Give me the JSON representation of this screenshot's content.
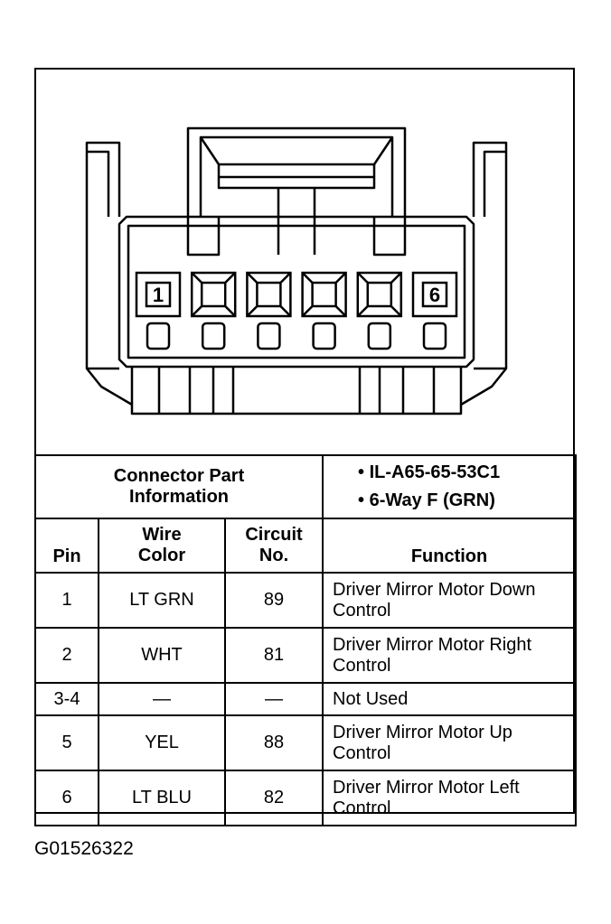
{
  "connector": {
    "pin_labels": {
      "first": "1",
      "last": "6"
    }
  },
  "part_info": {
    "label_line1": "Connector Part",
    "label_line2": "Information",
    "bullets": [
      "• IL-A65-65-53C1",
      "• 6-Way F (GRN)"
    ]
  },
  "columns": {
    "pin": "Pin",
    "wire_color_line1": "Wire",
    "wire_color_line2": "Color",
    "circuit_line1": "Circuit",
    "circuit_line2": "No.",
    "function": "Function"
  },
  "rows": [
    {
      "pin": "1",
      "wire": "LT GRN",
      "circuit": "89",
      "function": [
        "Driver Mirror Motor Down",
        "Control"
      ]
    },
    {
      "pin": "2",
      "wire": "WHT",
      "circuit": "81",
      "function": [
        "Driver Mirror Motor Right",
        "Control"
      ]
    },
    {
      "pin": "3-4",
      "wire": "—",
      "circuit": "—",
      "function": [
        "Not Used"
      ]
    },
    {
      "pin": "5",
      "wire": "YEL",
      "circuit": "88",
      "function": [
        "Driver Mirror Motor Up",
        "Control"
      ]
    },
    {
      "pin": "6",
      "wire": "LT BLU",
      "circuit": "82",
      "function": [
        "Driver Mirror Motor Left",
        "Control"
      ]
    }
  ],
  "diagram_id": "G01526322"
}
